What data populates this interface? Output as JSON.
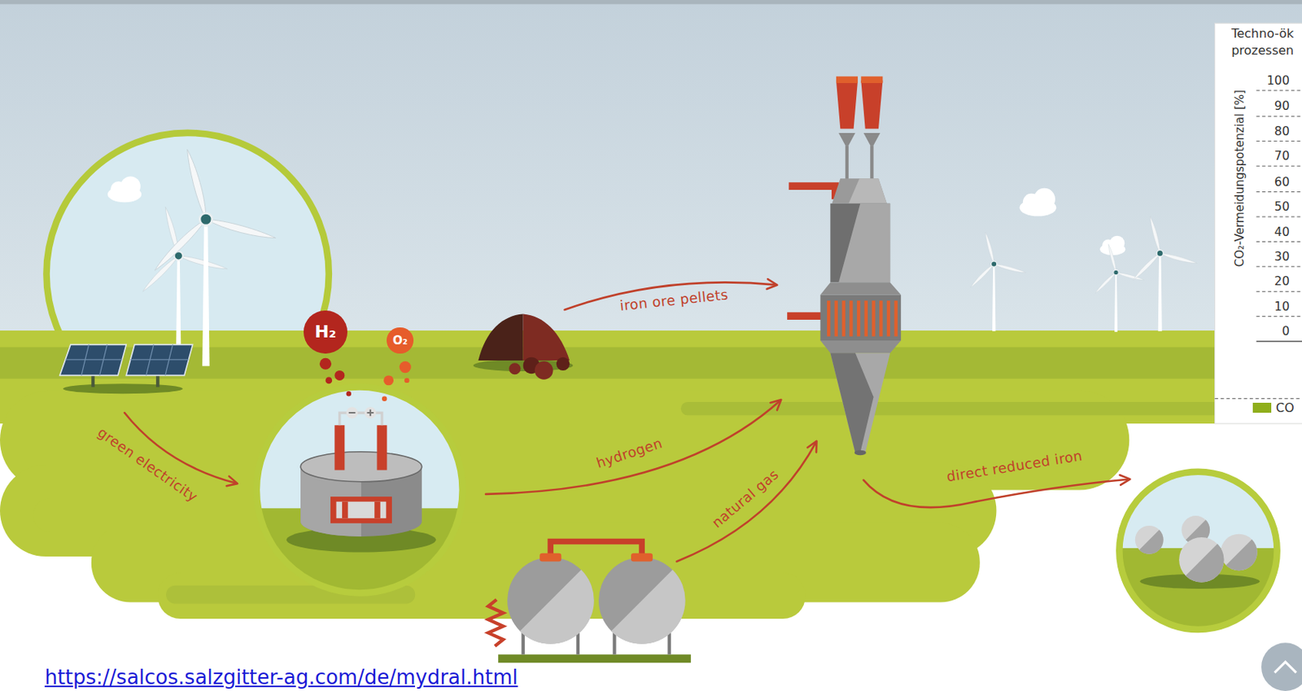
{
  "diagram": {
    "nodes": [
      {
        "text": [
          "H₂"
        ]
      },
      {
        "text": [
          "O₂"
        ]
      },
      {
        "text": [
          "Techno-ök prozessen"
        ]
      }
    ],
    "labels": [
      "green electricity",
      "iron ore pellets",
      "hydrogen",
      "natural gas",
      "direct reduced iron",
      "100",
      "90",
      "80",
      "70",
      "60",
      "50",
      "40",
      "30",
      "20",
      "10",
      "0",
      "CO₂-Vermeidungspotenzial [%]",
      "https://salcos.salzgitter-ag.com/de/mydral.html"
    ],
    "legend": [
      {
        "text": "CO",
        "color": "#8fae1b"
      }
    ]
  }
}
